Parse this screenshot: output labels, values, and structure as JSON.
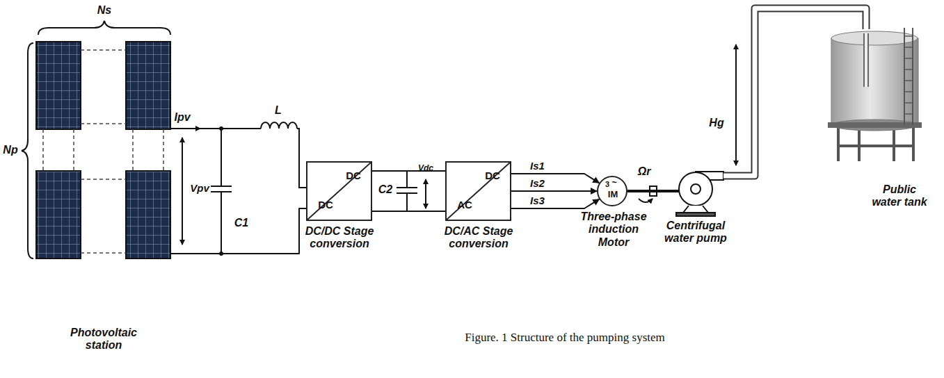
{
  "diagram": {
    "caption": "Figure. 1 Structure of the pumping system",
    "nodes": [
      {
        "text": [
          "Photovoltaic station"
        ]
      },
      {
        "text": [
          "DC",
          "DC",
          "DC/DC Stage conversion"
        ]
      },
      {
        "text": [
          "DC",
          "AC",
          "DC/AC Stage conversion"
        ]
      },
      {
        "text": [
          "3",
          "~",
          "IM",
          "Three-phase induction Motor"
        ]
      },
      {
        "text": [
          "Centrifugal water pump"
        ]
      },
      {
        "text": [
          "Public water tank"
        ]
      }
    ],
    "edges": [
      {
        "from": 0,
        "to": 1,
        "arrow": "none"
      },
      {
        "from": 1,
        "to": 2,
        "arrow": "none"
      },
      {
        "from": 2,
        "to": 3,
        "label": "Is1",
        "arrow": "to"
      },
      {
        "from": 2,
        "to": 3,
        "label": "Is2",
        "arrow": "to"
      },
      {
        "from": 2,
        "to": 3,
        "label": "Is3",
        "arrow": "to"
      },
      {
        "from": 3,
        "to": 4,
        "arrow": "none"
      },
      {
        "from": 4,
        "to": 5,
        "arrow": "none"
      }
    ],
    "labels": [
      "Ns",
      "Np",
      "Ipv",
      "Vpv",
      "C1",
      "L",
      "C2",
      "Vdc",
      "Ωr",
      "Hg"
    ]
  }
}
